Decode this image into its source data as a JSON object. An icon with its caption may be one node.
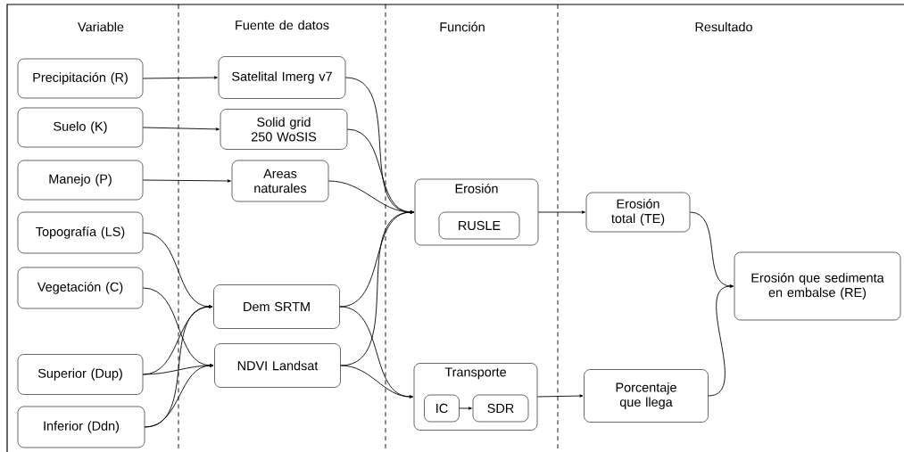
{
  "diagram": {
    "nodes": [
      {
        "text": [
          "Precipitación (R)"
        ]
      },
      {
        "text": [
          "Suelo (K)"
        ]
      },
      {
        "text": [
          "Manejo (P)"
        ]
      },
      {
        "text": [
          "Topografía (LS)"
        ]
      },
      {
        "text": [
          "Vegetación (C)"
        ]
      },
      {
        "text": [
          "Superior (Dup)"
        ]
      },
      {
        "text": [
          "Inferior (Ddn)"
        ]
      },
      {
        "text": [
          "Satelital Imerg v7"
        ]
      },
      {
        "text": [
          "Solid grid 250 WoSIS"
        ]
      },
      {
        "text": [
          "Areas naturales"
        ]
      },
      {
        "text": [
          "Dem SRTM"
        ]
      },
      {
        "text": [
          "NDVI Landsat"
        ]
      },
      {
        "text": [
          "Erosión"
        ]
      },
      {
        "text": [
          "RUSLE"
        ],
        "in": 12
      },
      {
        "text": [
          "Transporte"
        ]
      },
      {
        "text": [
          "IC"
        ],
        "in": 14
      },
      {
        "text": [
          "SDR"
        ],
        "in": 14
      },
      {
        "text": [
          "Erosión total (TE)"
        ]
      },
      {
        "text": [
          "Porcentaje que llega"
        ]
      },
      {
        "text": [
          "Erosión que sedimenta en embalse (RE)"
        ]
      }
    ],
    "edges": [
      {
        "from": 0,
        "to": 7,
        "arrow": "to"
      },
      {
        "from": 1,
        "to": 8,
        "arrow": "to"
      },
      {
        "from": 2,
        "to": 9,
        "arrow": "to"
      },
      {
        "from": 3,
        "to": 10,
        "arrow": "to"
      },
      {
        "from": 4,
        "to": 11,
        "arrow": "to"
      },
      {
        "from": 5,
        "to": 10,
        "arrow": "to"
      },
      {
        "from": 5,
        "to": 11,
        "arrow": "to"
      },
      {
        "from": 6,
        "to": 10,
        "arrow": "to"
      },
      {
        "from": 6,
        "to": 11,
        "arrow": "to"
      },
      {
        "from": 7,
        "to": 12,
        "arrow": "to"
      },
      {
        "from": 8,
        "to": 12,
        "arrow": "to"
      },
      {
        "from": 9,
        "to": 12,
        "arrow": "to"
      },
      {
        "from": 10,
        "to": 12,
        "arrow": "to"
      },
      {
        "from": 11,
        "to": 12,
        "arrow": "to"
      },
      {
        "from": 10,
        "to": 14,
        "arrow": "to"
      },
      {
        "from": 11,
        "to": 14,
        "arrow": "to"
      },
      {
        "from": 15,
        "to": 16,
        "arrow": "to"
      },
      {
        "from": 12,
        "to": 17,
        "arrow": "to"
      },
      {
        "from": 14,
        "to": 18,
        "arrow": "to"
      },
      {
        "from": 17,
        "to": 19,
        "arrow": "to"
      },
      {
        "from": 18,
        "to": 19,
        "arrow": "to"
      }
    ],
    "labels": [
      "Variable",
      "Fuente de datos",
      "Función",
      "Resultado"
    ]
  }
}
